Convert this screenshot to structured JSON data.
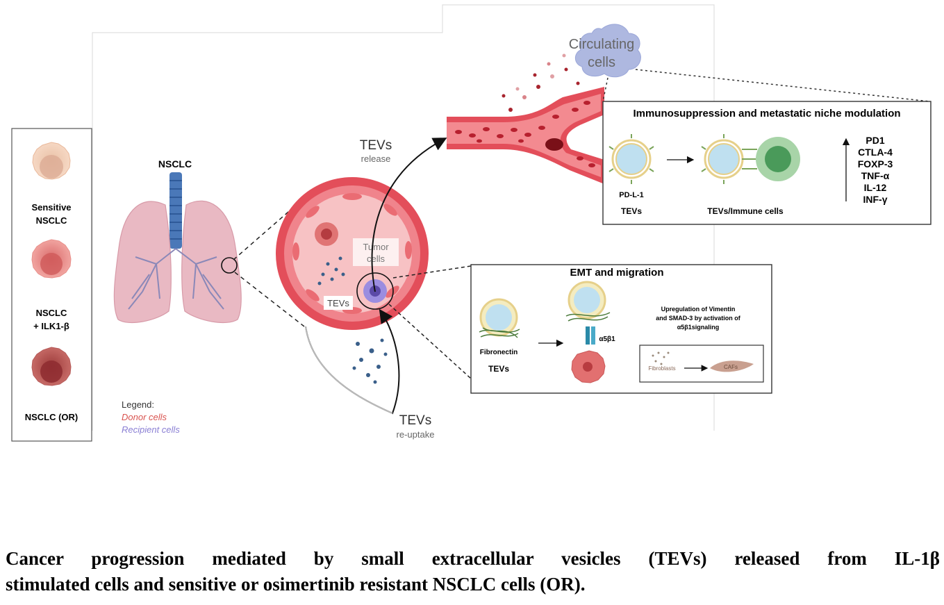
{
  "legend_panel": {
    "sensitive": [
      "Sensitive",
      "NSCLC"
    ],
    "ilk": [
      "NSCLC",
      "+ ILK1-β"
    ],
    "or": "NSCLC (OR)"
  },
  "lung": {
    "title": "NSCLC"
  },
  "legend": {
    "title": "Legend:",
    "donor": "Donor cells",
    "recipient": "Recipient cells"
  },
  "vessel": {
    "tumor": [
      "Tumor",
      "cells"
    ],
    "tevs": "TEVs"
  },
  "arrows": {
    "release": [
      "TEVs",
      "release"
    ],
    "reuptake": [
      "TEVs",
      "re-uptake"
    ]
  },
  "circulating": [
    "Circulating",
    "cells"
  ],
  "immuno_box": {
    "title": "Immunosuppression  and metastatic niche modulation",
    "pdl1": "PD-L-1",
    "tevs": "TEVs",
    "tevs_immune": "TEVs/Immune cells",
    "markers": [
      "PD1",
      "CTLA-4",
      "FOXP-3",
      "TNF-α",
      "IL-12",
      "INF-γ"
    ]
  },
  "emt_box": {
    "title": "EMT and migration",
    "fibronectin": "Fibronectin",
    "tevs": "TEVs",
    "integrin": "α5β1",
    "upregulation": [
      "Upregulation of Vimentin",
      "and SMAD-3 by activation of",
      "α5β1signaling"
    ],
    "fibroblasts": "Fibroblasts",
    "cafs": "CAFs"
  },
  "caption": [
    "Cancer progression mediated by small extracellular vesicles (TEVs) released from IL-1β",
    "stimulated cells and sensitive or osimertinib resistant NSCLC cells (OR)."
  ],
  "colors": {
    "donor": "#d9534f",
    "recipient": "#8a7fd4",
    "vessel": "#d9505a",
    "lung": "#e8b8c2",
    "trachea": "#4a78b8"
  }
}
